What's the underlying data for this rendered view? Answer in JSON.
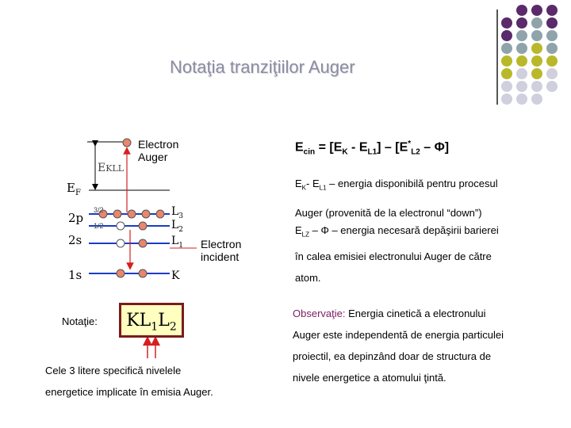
{
  "slide": {
    "title": "Notaţia tranziţiilor Auger",
    "formula": {
      "lhs": "E",
      "lhs_sub": "cin",
      "eq": " = [E",
      "k_sub": "K",
      "minus": " - E",
      "l1_sub": "L1",
      "mid": "] – [E",
      "star": "*",
      "l2_sub": "L2",
      "end": " – Φ]"
    },
    "desc1": {
      "e1": "E",
      "k": "K",
      "mid": "- E",
      "l1": "L1",
      "text": " – energia disponibilă pentru procesul",
      "line2": "Auger (provenită de la electronul “down”)"
    },
    "desc2": {
      "e": "E",
      "lz": "LZ",
      "text": " – Φ – energia necesară depăşirii barierei",
      "line2": "în calea emisiei electronului Auger de către",
      "line3": "atom."
    },
    "observation": {
      "label": "Observaţie:",
      "line1": " Energia cinetică a electronului",
      "line2": "Auger este independentă de energia particulei",
      "line3": "proiectil, ea depinzând doar de structura de",
      "line4": "nivele energetice a atomului ţintă."
    },
    "notation": {
      "label": "Notaţie:",
      "box": "KL1L2",
      "caption1": "Cele 3 litere specifică nivelele",
      "caption2": "energetice implicate în emisia Auger."
    },
    "diagram": {
      "electron_auger1": "Electron",
      "electron_auger2": "Auger",
      "ekll": "E",
      "ekll_sub": "KLL",
      "ef": "E",
      "ef_sub": "F",
      "lvl_2p": "2p",
      "lvl_2s": "2s",
      "lvl_1s": "1s",
      "j32": "3/2",
      "j12": "1/2",
      "L3": "L",
      "L3_sub": "3",
      "L2": "L",
      "L2_sub": "2",
      "L1": "L",
      "L1_sub": "1",
      "K": "K",
      "incident1": "Electron",
      "incident2": "incident"
    },
    "colors": {
      "purple": "#5a2a6b",
      "grayblue": "#8fa3aa",
      "olive": "#b9b82a",
      "lavender": "#cfcfdd",
      "electron": "#e8866e",
      "level_line": "#1a3cc8",
      "arrow_red": "#d62020",
      "observation": "#7b1e63"
    }
  }
}
